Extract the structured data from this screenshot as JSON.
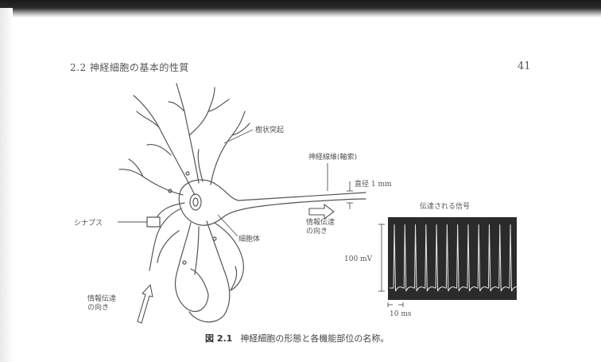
{
  "page": {
    "header_title": "2.2  神経細胞の基本的性質",
    "page_number": "41"
  },
  "figure": {
    "labels": {
      "dendrite": "樹状突起",
      "axon": "神経線維(軸索)",
      "diameter": "直径 1 mm",
      "signal_direction_right": "情報伝達\nの向き",
      "synapse": "シナプス",
      "cell_body": "細胞体",
      "signal_direction_left": "情報伝達\nの向き",
      "trace_title": "伝達される信号",
      "amplitude": "100 mV",
      "time_scale": "10 ms"
    },
    "spike_count": 12
  },
  "caption": {
    "number": "図 2.1",
    "text": "神経細胞の形態と各機能部位の名称。"
  }
}
